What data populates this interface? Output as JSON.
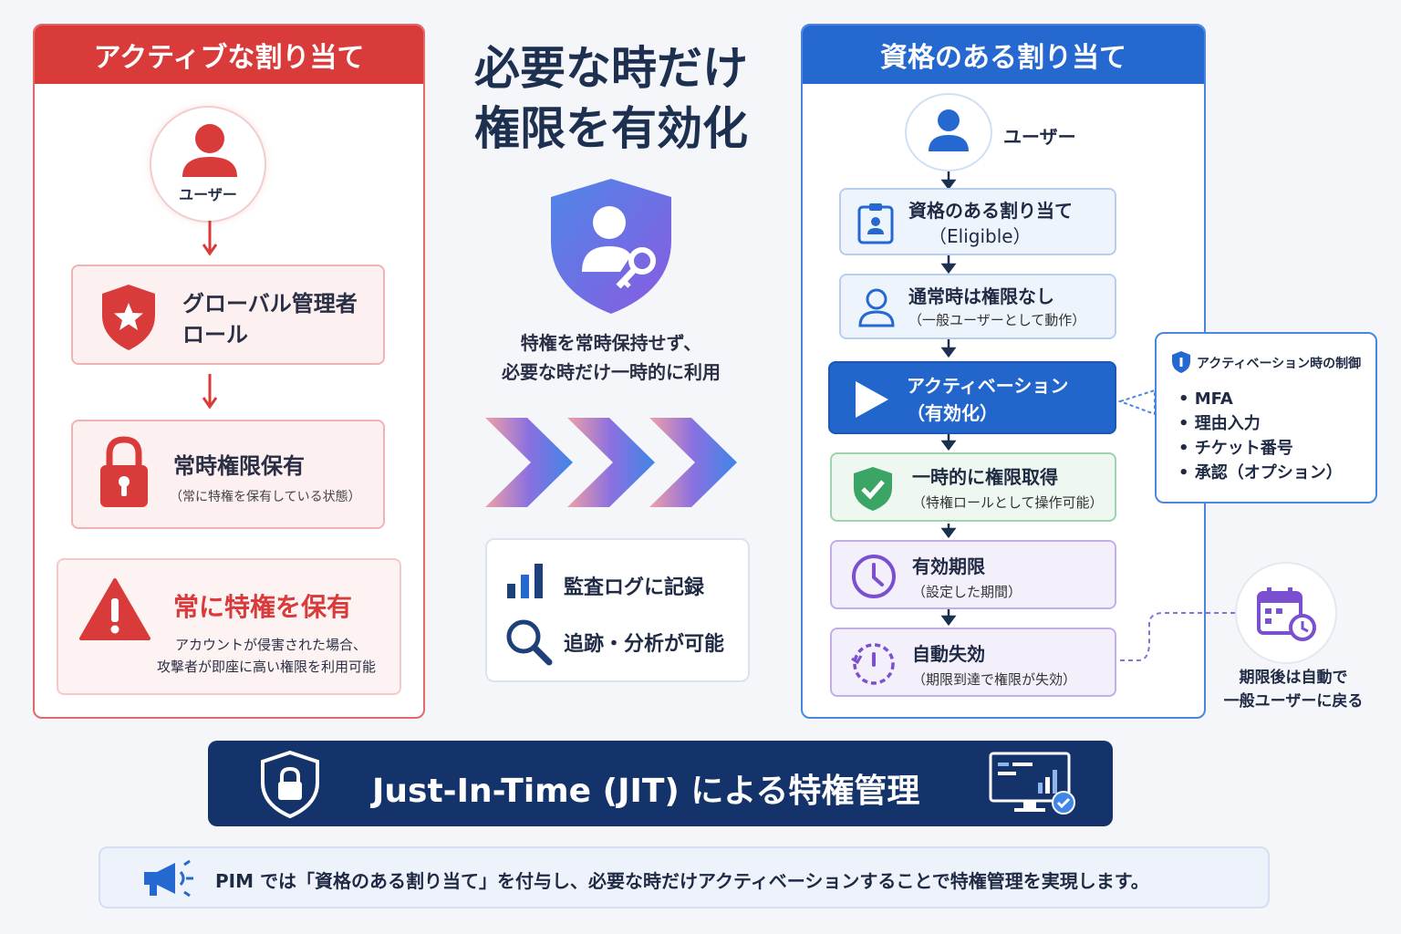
{
  "left_panel": {
    "header": "アクティブな割り当て",
    "user_label": "ユーザー",
    "role_box": {
      "line1": "グローバル管理者",
      "line2": "ロール"
    },
    "standing_box": {
      "title": "常時権限保有",
      "subtitle": "（常に特権を保有している状態）"
    },
    "warning_box": {
      "title": "常に特権を保有",
      "line1": "アカウントが侵害された場合、",
      "line2": "攻撃者が即座に高い権限を利用可能"
    },
    "colors": {
      "accent": "#d93a3a",
      "box_bg": "#fdf0f0"
    }
  },
  "center": {
    "title_line1": "必要な時だけ",
    "title_line2": "権限を有効化",
    "caption_line1": "特権を常時保持せず、",
    "caption_line2": "必要な時だけ一時的に利用",
    "audit_item1": "監査ログに記録",
    "audit_item2": "追跡・分析が可能",
    "icons": [
      "shield-user-key-icon",
      "chevrons-icon",
      "bar-chart-icon",
      "magnifier-icon"
    ]
  },
  "right_panel": {
    "header": "資格のある割り当て",
    "user_label": "ユーザー",
    "steps": [
      {
        "title": "資格のある割り当て",
        "subtitle": "（Eligible）"
      },
      {
        "title": "通常時は権限なし",
        "subtitle": "（一般ユーザーとして動作）"
      },
      {
        "title": "アクティベーション",
        "subtitle": "（有効化）"
      },
      {
        "title": "一時的に権限取得",
        "subtitle": "（特権ロールとして操作可能）"
      },
      {
        "title": "有効期限",
        "subtitle": "（設定した期間）"
      },
      {
        "title": "自動失効",
        "subtitle": "（期限到達で権限が失効）"
      }
    ],
    "colors": {
      "accent": "#2468d0",
      "green": "#3aa564",
      "purple": "#7a4fd0"
    }
  },
  "activation_controls": {
    "title": "アクティベーション時の制御",
    "items": [
      "• MFA",
      "• 理由入力",
      "• チケット番号",
      "• 承認（オプション）"
    ]
  },
  "expiry_note": {
    "line1": "期限後は自動で",
    "line2": "一般ユーザーに戻る"
  },
  "banner": {
    "text": "Just-In-Time (JIT) による特権管理",
    "bg": "#14336b"
  },
  "footer_note": "PIM では「資格のある割り当て」を付与し、必要な時だけアクティベーションすることで特権管理を実現します。"
}
